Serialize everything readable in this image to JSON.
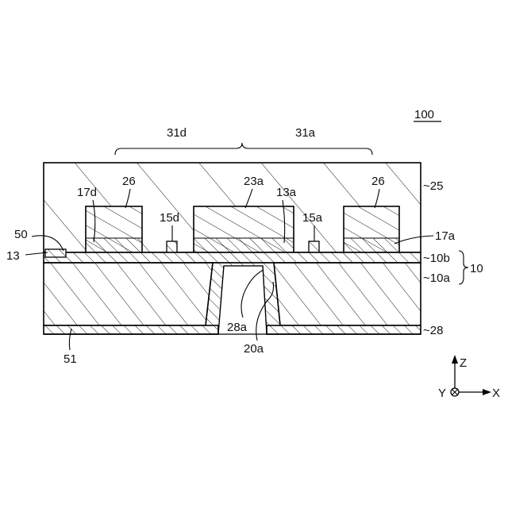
{
  "figure": {
    "ref_number": "100",
    "labels": {
      "l31d": "31d",
      "l31a": "31a",
      "l25": "~25",
      "l26_left": "26",
      "l26_right": "26",
      "l23a": "23a",
      "l13a": "13a",
      "l17d": "17d",
      "l15d": "15d",
      "l15a": "15a",
      "l50": "50",
      "l13": "13",
      "l17a": "17a",
      "l10b": "~10b",
      "l10": "10",
      "l10a": "~10a",
      "l28a": "28a",
      "l20a": "20a",
      "l28": "~28",
      "l51": "51"
    },
    "axes": {
      "z": "Z",
      "y": "Y",
      "x": "X"
    }
  }
}
